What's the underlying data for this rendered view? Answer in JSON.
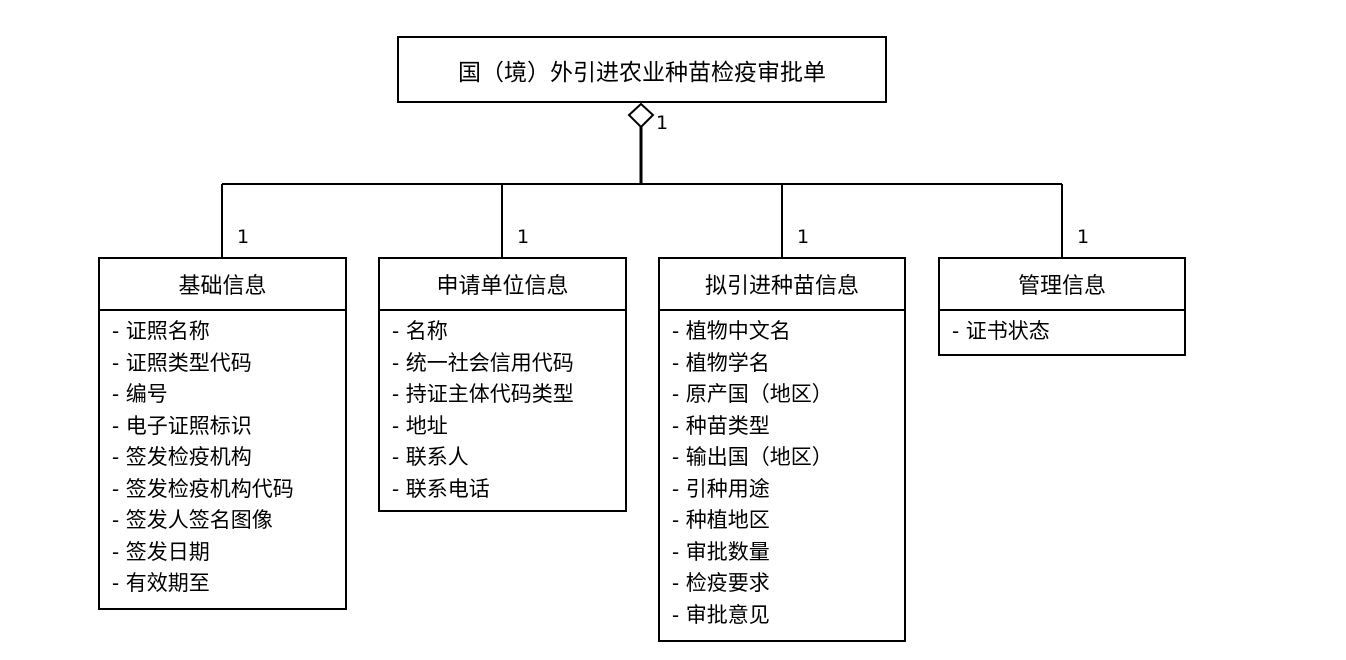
{
  "diagram": {
    "type": "UML class diagram (aggregation)",
    "root": {
      "title": "国（境）外引进农业种苗检疫审批单",
      "multiplicity": "1"
    },
    "classes": [
      {
        "title": "基础信息",
        "multiplicity": "1",
        "attributes": [
          "- 证照名称",
          "- 证照类型代码",
          "- 编号",
          "- 电子证照标识",
          "- 签发检疫机构",
          "- 签发检疫机构代码",
          "- 签发人签名图像",
          "- 签发日期",
          "- 有效期至"
        ]
      },
      {
        "title": "申请单位信息",
        "multiplicity": "1",
        "attributes": [
          "- 名称",
          "- 统一社会信用代码",
          "- 持证主体代码类型",
          "- 地址",
          "- 联系人",
          "- 联系电话"
        ]
      },
      {
        "title": "拟引进种苗信息",
        "multiplicity": "1",
        "attributes": [
          "- 植物中文名",
          "- 植物学名",
          "- 原产国（地区）",
          "- 种苗类型",
          "- 输出国（地区）",
          "- 引种用途",
          "- 种植地区",
          "- 审批数量",
          "- 检疫要求",
          "- 审批意见"
        ]
      },
      {
        "title": "管理信息",
        "multiplicity": "1",
        "attributes": [
          "- 证书状态"
        ]
      }
    ]
  }
}
